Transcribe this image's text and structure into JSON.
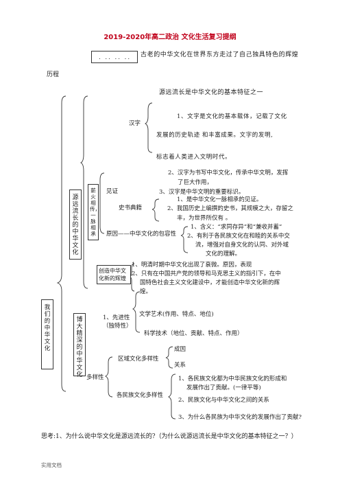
{
  "title": "2019-2020年高二政治 文化生活复习提纲",
  "intro": {
    "box": ". .. .. ..",
    "line1": "古老的中华文化在世界东方走过了自己独具特色的辉煌",
    "line2": "历程"
  },
  "root": "我们的中华文化",
  "section1": {
    "label": "源远流长的中华文化",
    "sub_label": "薪火相传，一脉相承",
    "heading": "源远流长是中华文化的基本特征之一",
    "hanzi": {
      "label": "汉字",
      "item1_a": "1、文字是文化的基本载体，记载了文化",
      "item1_b": "发展的历史轨迹     和丰富成果。文字的发明,",
      "item1_c": "标志着人类进入文明时代。",
      "item2_a": "2、汉字为书写中华文化，传承中华文明，发挥",
      "item2_b": "了巨大作用，",
      "item3": "3、汉字是中华文明的重要标识。"
    },
    "jianzheng": "见证",
    "shishu": {
      "label": "史书典籍",
      "item1": "1、是中华文化一脉相承的见证。",
      "item2_a": "2、我国历史上编撰的史书，其规模之大，存留之",
      "item2_b": "丰，为世界所仅有 。"
    },
    "yuanyin": {
      "label": "原因——中华文化的包容性",
      "item1": "1、含义：“求同存异”和“兼收并蓄”",
      "item2_a": "2、有利于各民族文化在和睦的关系中交",
      "item2_b": "流，增强对自身文化的认同、对外域",
      "item2_c": "文化的理解。"
    },
    "chuangzao": {
      "label": "创造中华文化新的辉煌",
      "item1": "1、明清时期中华文化出现了衰微。原因，表现",
      "item2_a": "2、只有在中国共产党的领导和马克思主义的指引下，在中",
      "item2_b": "国特色社会主义文化建设中，才能创造中华文化新的辉",
      "item2_c": "煌。"
    }
  },
  "section2": {
    "label": "博大精深的中华文化",
    "xianjin": {
      "label_a": "1、先进性",
      "label_b": "（独特性）",
      "item1": "文学艺术(作用、特点、地位)",
      "item2": "科学技术（地位、贡献、特点、作用）"
    },
    "duoyang": "多样性",
    "quyu": {
      "label": "区域文化多样性",
      "item1": "成因",
      "item2": "关系"
    },
    "minzu": {
      "label": "各民族文化多样性",
      "item1_a": "1、各民族文化都为中华民族文化的形成和",
      "item1_b": "发展作出了贡献。(一律平等)",
      "item2": "2、民族文化与中华文化之间的关系",
      "item3": "3、为什么各民族为中华文化的发展作出了贡献?"
    }
  },
  "question": "思考:1、为什么说中华文化是源远流长的?（为什么说源远流长是中华文化的基本特征之一？）",
  "footer": "实用文档"
}
